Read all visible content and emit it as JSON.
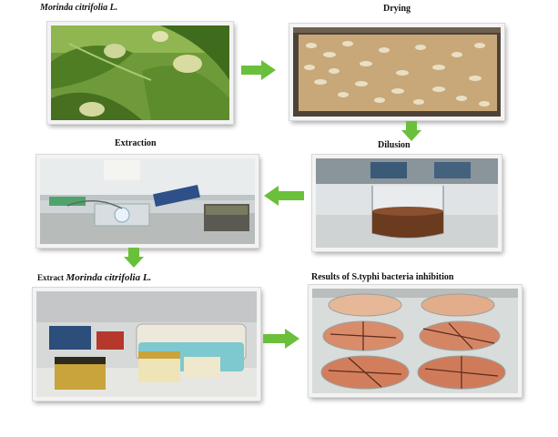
{
  "steps": {
    "plant": {
      "caption": "Morinda citrifolia L.",
      "image": "morinda-leaves-and-fruit-photo"
    },
    "drying": {
      "caption": "Drying",
      "image": "sliced-fruit-drying-tray-photo"
    },
    "dilusion": {
      "caption": "Dilusion",
      "image": "beaker-with-brown-liquid-photo"
    },
    "extraction": {
      "caption": "Extraction",
      "image": "rotary-evaporator-lab-photo"
    },
    "extract": {
      "caption_prefix": "Extract",
      "caption_species": "Morinda citrifolia L.",
      "image": "extract-jars-photo"
    },
    "results": {
      "caption": "Results of S.typhi bacteria inhibition",
      "image": "petri-dishes-inhibition-photo"
    }
  },
  "arrows": [
    {
      "from": "plant",
      "to": "drying",
      "direction": "right"
    },
    {
      "from": "drying",
      "to": "dilusion",
      "direction": "down"
    },
    {
      "from": "dilusion",
      "to": "extraction",
      "direction": "left"
    },
    {
      "from": "extraction",
      "to": "extract",
      "direction": "down"
    },
    {
      "from": "extract",
      "to": "results",
      "direction": "right"
    }
  ],
  "colors": {
    "arrow": "#6abf3b",
    "frame": "#f3f3f3"
  }
}
